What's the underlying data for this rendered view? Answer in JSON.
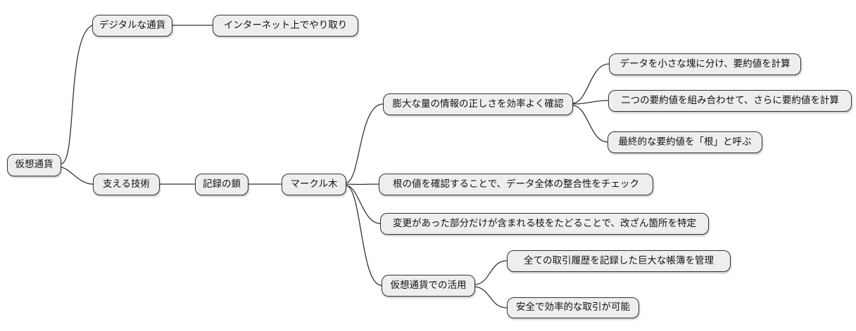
{
  "theme": {
    "canvas-bg": "#ffffff",
    "node-fill": "#eeeeee",
    "node-border": "#333333",
    "node-text": "#111111",
    "edge-color": "#333333"
  },
  "mindmap": {
    "root": {
      "label": "仮想通貨"
    },
    "branches": [
      {
        "label": "デジタルな通貨",
        "children": [
          {
            "label": "インターネット上でやり取り"
          }
        ]
      },
      {
        "label": "支える技術",
        "children": [
          {
            "label": "記録の鎖",
            "children": [
              {
                "label": "マークル木",
                "children": [
                  {
                    "label": "膨大な量の情報の正しさを効率よく確認",
                    "children": [
                      {
                        "label": "データを小さな塊に分け、要約値を計算"
                      },
                      {
                        "label": "二つの要約値を組み合わせて、さらに要約値を計算"
                      },
                      {
                        "label": "最終的な要約値を「根」と呼ぶ"
                      }
                    ]
                  },
                  {
                    "label": "根の値を確認することで、データ全体の整合性をチェック"
                  },
                  {
                    "label": "変更があった部分だけが含まれる枝をたどることで、改ざん箇所を特定"
                  },
                  {
                    "label": "仮想通貨での活用",
                    "children": [
                      {
                        "label": "全ての取引履歴を記録した巨大な帳簿を管理"
                      },
                      {
                        "label": "安全で効率的な取引が可能"
                      }
                    ]
                  }
                ]
              }
            ]
          }
        ]
      }
    ]
  }
}
